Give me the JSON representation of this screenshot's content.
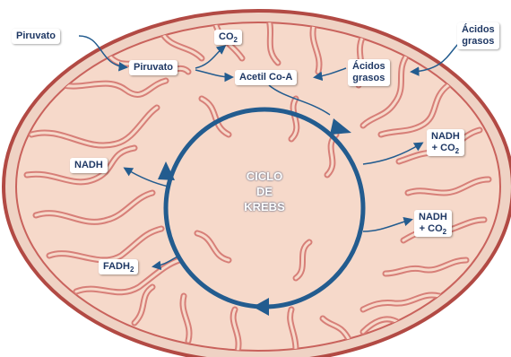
{
  "diagram": {
    "center": {
      "line1": "CICLO",
      "line2": "DE",
      "line3": "KREBS"
    },
    "labels": {
      "piruvato_outer": "Piruvato",
      "piruvato_inner": "Piruvato",
      "co2_top": {
        "main": "CO",
        "sub": "2"
      },
      "acetil": "Acetil Co-A",
      "acidos_inner": {
        "line1": "Ácidos",
        "line2": "grasos"
      },
      "acidos_outer": {
        "line1": "Ácidos",
        "line2": "grasos"
      },
      "nadh_left": "NADH",
      "fadh": {
        "main": "FADH",
        "sub": "2"
      },
      "nadh_co2_1": {
        "line1": "NADH",
        "line2_main": "+ CO",
        "line2_sub": "2"
      },
      "nadh_co2_2": {
        "line1": "NADH",
        "line2_main": "+ CO",
        "line2_sub": "2"
      }
    },
    "colors": {
      "membrane": "#b24a44",
      "matrix": "#f6d6c6",
      "cristae": "#d77f78",
      "cycle": "#235c8f",
      "label_text": "#1f3864"
    }
  }
}
